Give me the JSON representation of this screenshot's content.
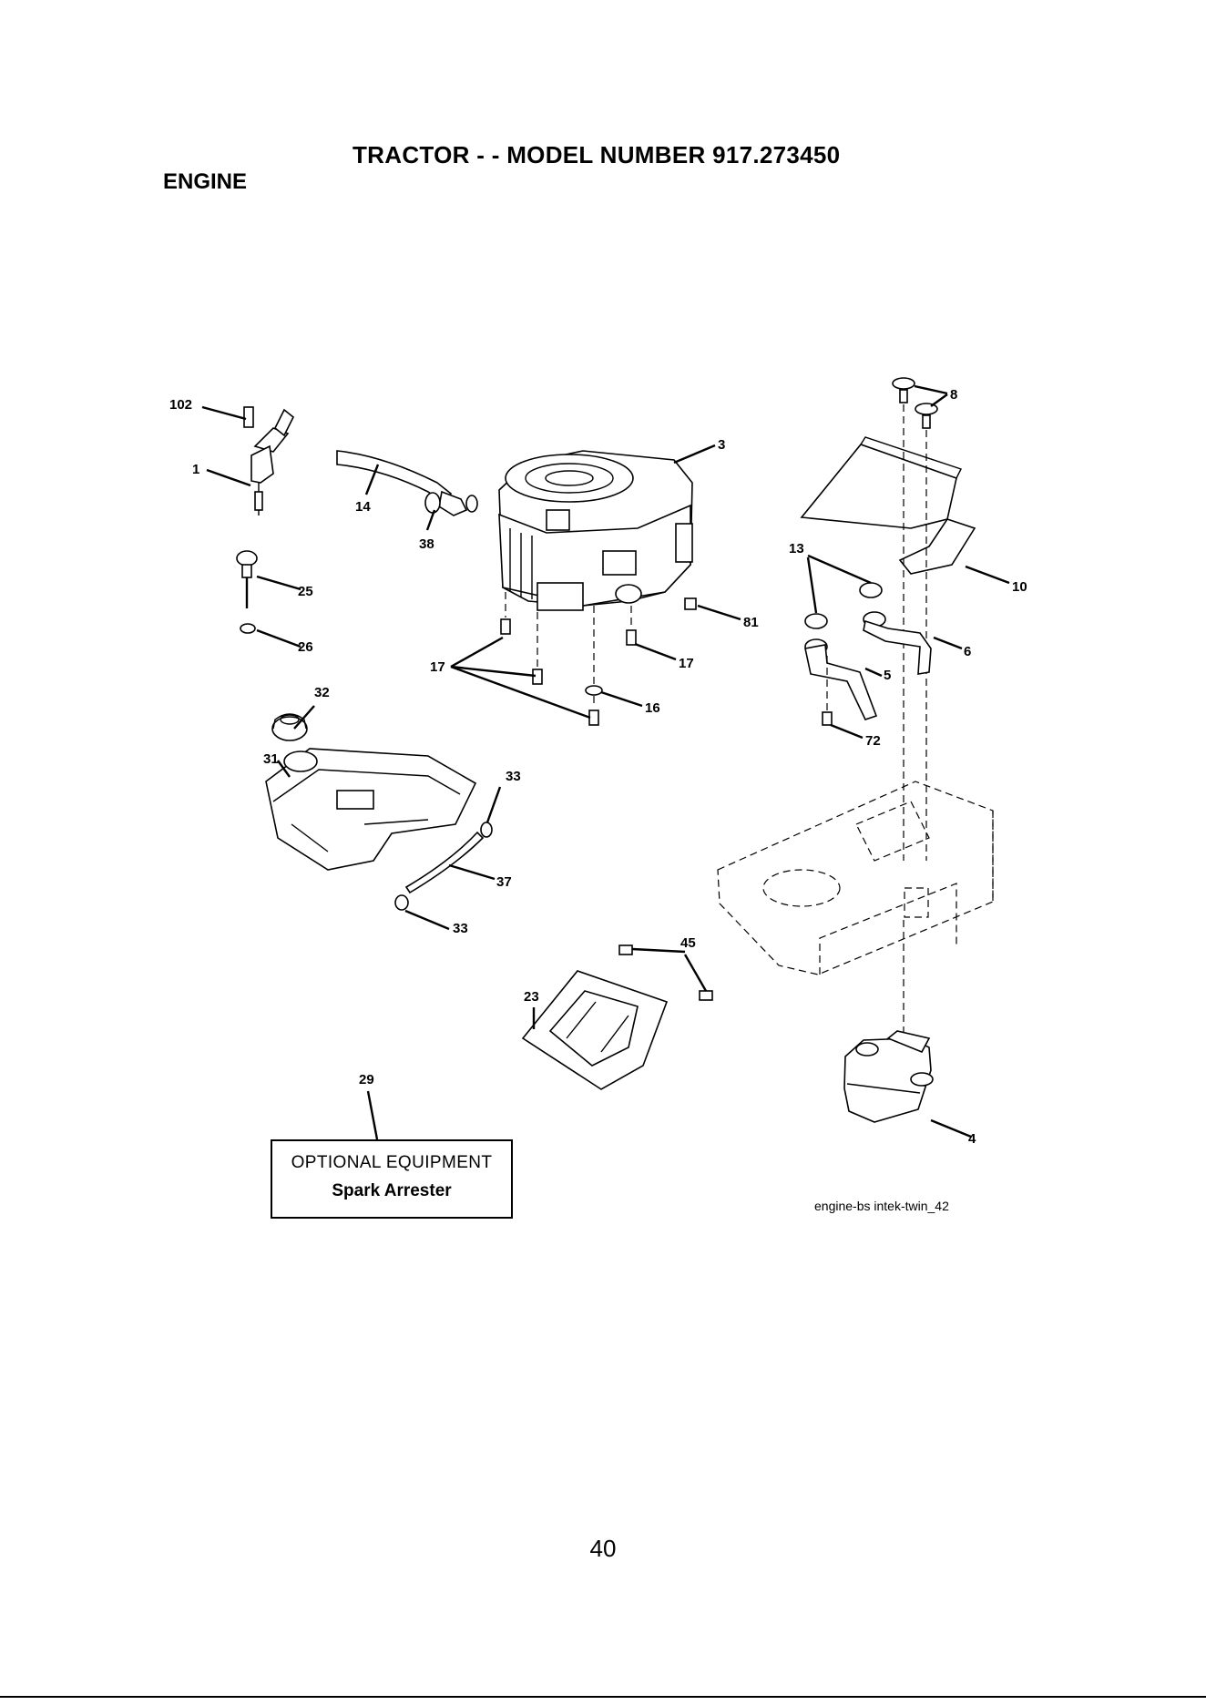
{
  "header": {
    "title": "TRACTOR - - MODEL NUMBER 917.273450",
    "section": "ENGINE"
  },
  "callouts": [
    "102",
    "1",
    "14",
    "38",
    "3",
    "8",
    "25",
    "26",
    "13",
    "10",
    "81",
    "6",
    "17",
    "17",
    "5",
    "16",
    "72",
    "32",
    "31",
    "33",
    "37",
    "33",
    "45",
    "23",
    "29",
    "4"
  ],
  "optional_box": {
    "heading": "OPTIONAL EQUIPMENT",
    "item": "Spark Arrester"
  },
  "drawing_ref": "engine-bs intek-twin_42",
  "page_number": "40"
}
